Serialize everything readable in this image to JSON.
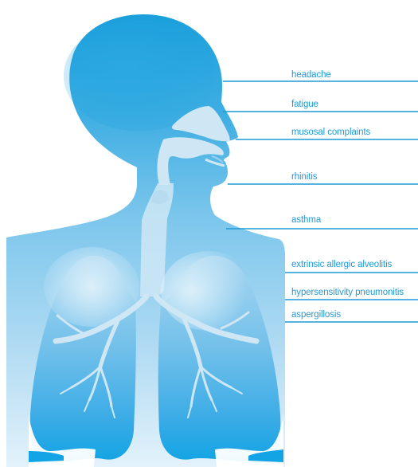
{
  "colors": {
    "accent": "#1f9ad6",
    "body_top": "#1a9fdc",
    "body_bottom": "#d9eef9",
    "airway": "#cfe7f4",
    "lung_base": "#12a4e4"
  },
  "labels": [
    {
      "id": "headache",
      "text": "headache"
    },
    {
      "id": "fatigue",
      "text": "fatigue"
    },
    {
      "id": "musosal",
      "text": "musosal complaints"
    },
    {
      "id": "rhinitis",
      "text": "rhinitis"
    },
    {
      "id": "asthma",
      "text": "asthma"
    },
    {
      "id": "alveolitis",
      "text": "extrinsic allergic alveolitis"
    },
    {
      "id": "pneumonitis",
      "text": "hypersensitivity pneumonitis"
    },
    {
      "id": "aspergillosis",
      "text": "aspergillosis"
    }
  ]
}
